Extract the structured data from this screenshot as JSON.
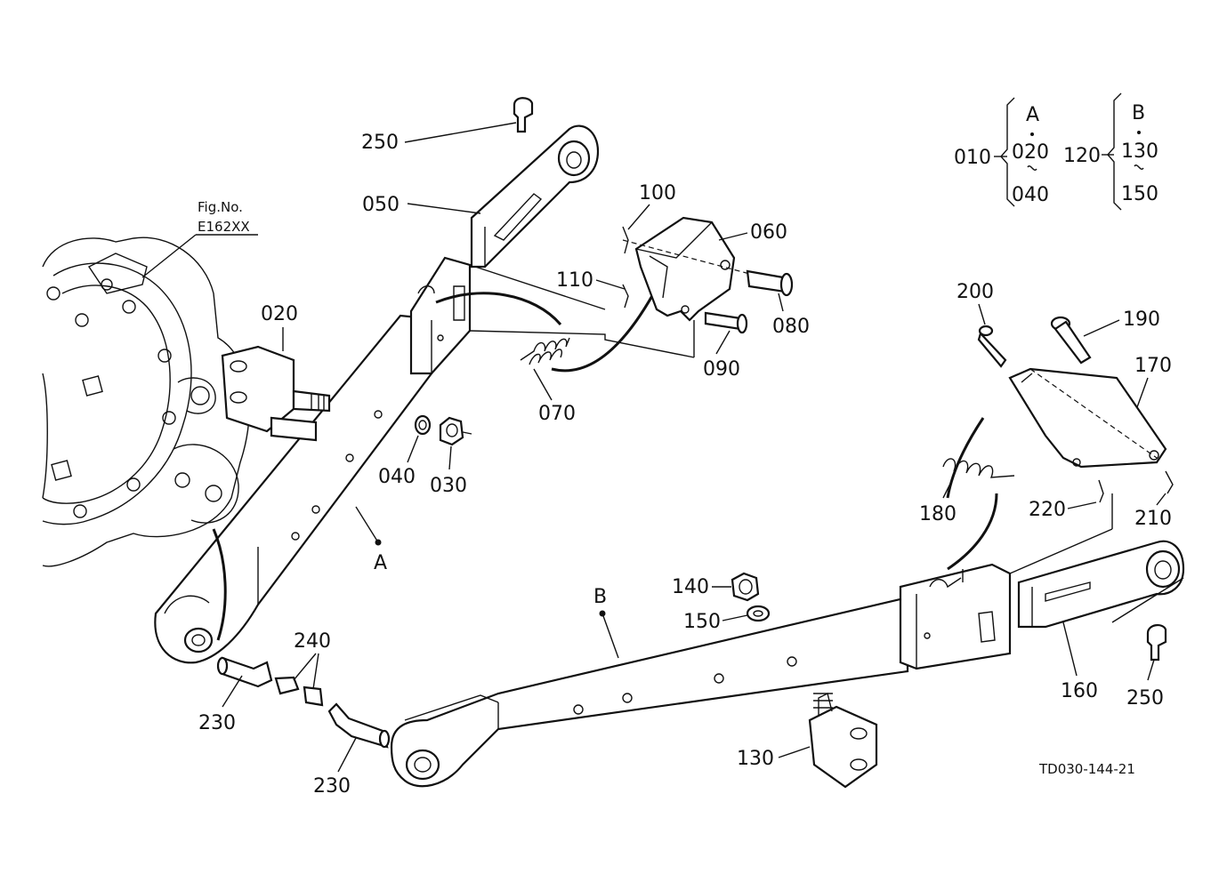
{
  "figure_ref": {
    "label": "Fig.No.",
    "code": "E162XX"
  },
  "drawing_code": "TD030-144-21",
  "arm_labels": {
    "a": "A",
    "b": "B"
  },
  "group_a": {
    "parent": "010",
    "head": "A",
    "first": "020",
    "last": "040"
  },
  "group_b": {
    "parent": "120",
    "head": "B",
    "first": "130",
    "last": "150"
  },
  "parts": {
    "p020": "020",
    "p030": "030",
    "p040": "040",
    "p050": "050",
    "p060": "060",
    "p070": "070",
    "p080": "080",
    "p090": "090",
    "p100": "100",
    "p110": "110",
    "p130": "130",
    "p140": "140",
    "p150": "150",
    "p160": "160",
    "p170": "170",
    "p180": "180",
    "p190": "190",
    "p200": "200",
    "p210": "210",
    "p220": "220",
    "p230a": "230",
    "p230b": "230",
    "p240": "240",
    "p250a": "250",
    "p250b": "250"
  }
}
